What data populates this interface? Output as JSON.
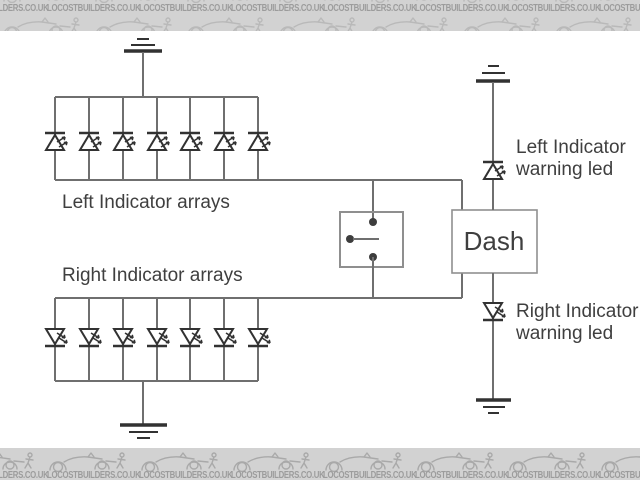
{
  "banners": {
    "watermark_text": "LOCOSTBUILDERS.CO.UK",
    "repeat_count": 8,
    "background": "#d2d2d2",
    "text_color": "#9c9c9c",
    "icon_color": "#a2a2a2",
    "icon": "locostbuilders-kitcar-logo"
  },
  "diagram": {
    "background": "#ffffff",
    "wire_color": "#6f6f6f",
    "symbol_color": "#323232",
    "box_color": "#8f8f8f",
    "dot_color": "#3d3d3d",
    "text_color": "#3f3f3f",
    "labels": {
      "left_array": "Left Indicator arrays",
      "right_array": "Right Indicator arrays",
      "dash": "Dash",
      "left_warning_line1": "Left Indicator",
      "left_warning_line2": "warning led",
      "right_warning_line1": "Right Indicator",
      "right_warning_line2": "warning led"
    },
    "left_array_led_count": 7,
    "right_array_led_count": 7,
    "ground_symbol_count": 4,
    "switch": {
      "type": "spdt-open",
      "terminal_dots": 3
    }
  }
}
